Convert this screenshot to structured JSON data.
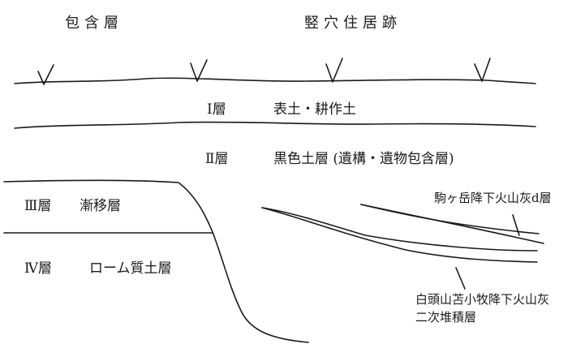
{
  "headers": {
    "left": "包含層",
    "right": "竪穴住居跡"
  },
  "layers": {
    "layer1": {
      "name": "Ⅰ層",
      "desc": "表土・耕作土"
    },
    "layer2": {
      "name": "Ⅱ層",
      "desc": "黒色土層 (遺構・遺物包含層)"
    },
    "layer3": {
      "name": "Ⅲ層",
      "desc": "漸移層"
    },
    "layer4": {
      "name": "Ⅳ層",
      "desc": "ローム質土層"
    }
  },
  "tephra": {
    "upper": "駒ヶ岳降下火山灰d層",
    "lower_line1": "白頭山苫小牧降下火山灰",
    "lower_line2": "二次堆積層"
  },
  "colors": {
    "ink": "#1a1a1a",
    "background": "#ffffff"
  }
}
